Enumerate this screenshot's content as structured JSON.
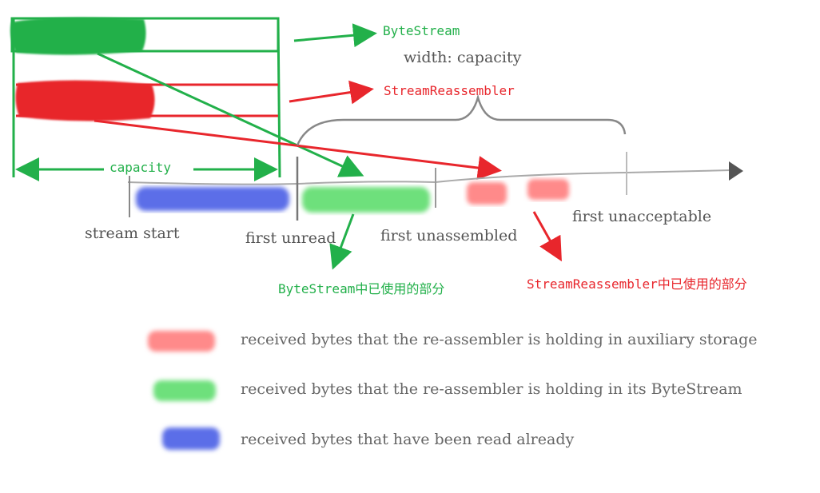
{
  "colors": {
    "green": "#22b04a",
    "red": "#e8262c",
    "blue": "#5b6ee8",
    "light_green": "#6ee07c",
    "light_red": "#ff8a8a",
    "gray": "#777777"
  },
  "labels": {
    "bytestream": "ByteStream",
    "width_capacity": "width: capacity",
    "stream_reassembler": "StreamReassembler",
    "capacity": "capacity",
    "stream_start": "stream start",
    "first_unread": "first unread",
    "first_unassembled": "first unassembled",
    "first_unacceptable": "first unacceptable",
    "bytestream_used": "ByteStream中已使用的部分",
    "reassembler_used": "StreamReassembler中已使用的部分"
  },
  "legend": [
    {
      "color": "light_red",
      "text": "received bytes that the re-assembler is holding in auxiliary storage"
    },
    {
      "color": "light_green",
      "text": "received bytes that the re-assembler is holding  in its ByteStream"
    },
    {
      "color": "blue",
      "text": "received bytes that have been read already"
    }
  ]
}
